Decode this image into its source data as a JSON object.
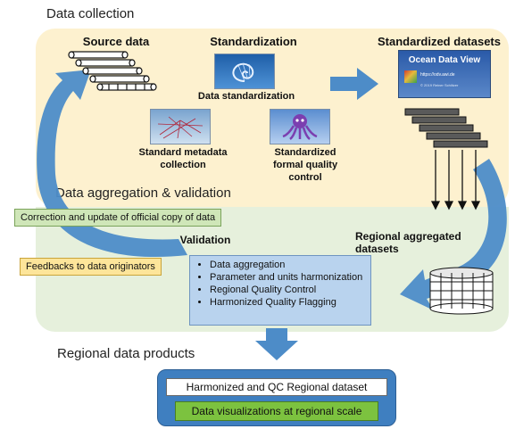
{
  "sections": {
    "collection": "Data collection",
    "aggregation": "Data aggregation & validation",
    "products": "Regional data products"
  },
  "collection": {
    "source_data": "Source data",
    "standardization": "Standardization",
    "standardized_datasets": "Standardized datasets",
    "data_standardization": "Data standardization",
    "standard_metadata": "Standard metadata collection",
    "standardized_qc": "Standardized formal quality control",
    "odv_title": "Ocean Data View",
    "odv_url": "https://odv.awi.de",
    "odv_credit": "© 2019 Reiner Schlitzer"
  },
  "aggregation": {
    "correction": "Correction and update of official copy of data",
    "feedbacks": "Feedbacks to data originators",
    "validation": "Validation",
    "regional_aggregated": "Regional aggregated datasets",
    "steps": [
      "Data aggregation",
      "Parameter and units harmonization",
      "Regional Quality Control",
      "Harmonized Quality Flagging"
    ]
  },
  "products": {
    "harmonized": "Harmonized and QC Regional dataset",
    "visualizations": "Data visualizations at regional scale"
  },
  "colors": {
    "collection_panel": "#fdf1cf",
    "aggregation_panel": "#e6f0dc",
    "arrow_blue": "#4d8cc8"
  }
}
